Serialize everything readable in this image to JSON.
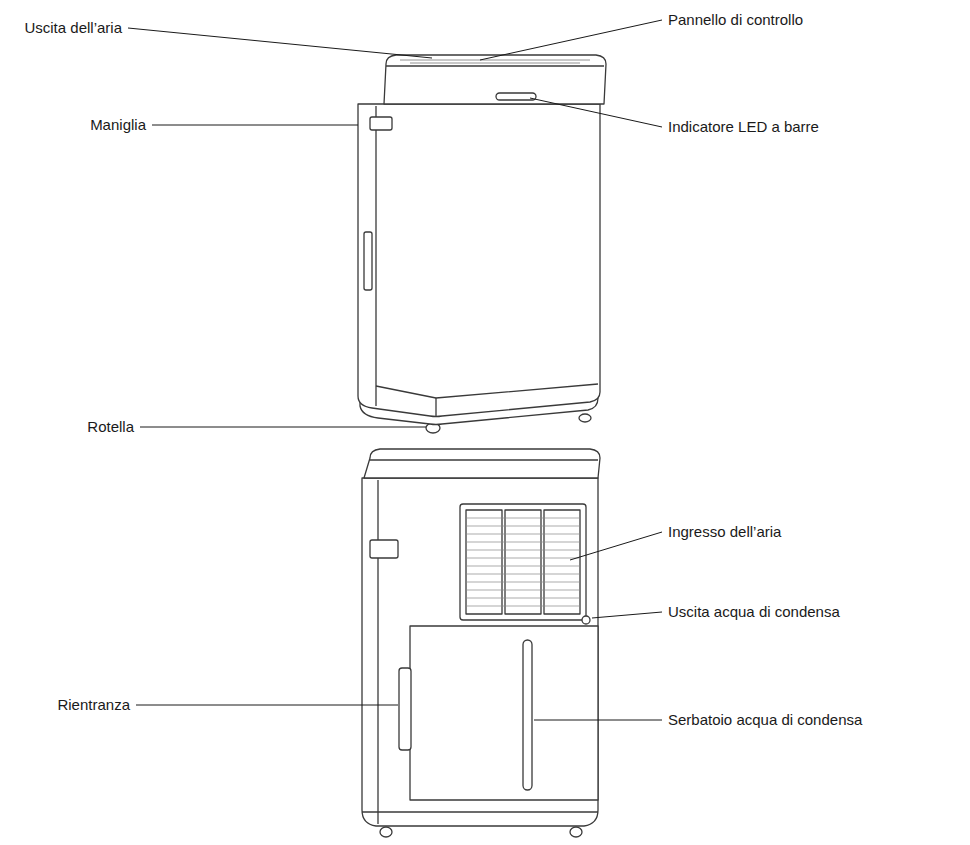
{
  "diagram": {
    "labels": [
      "Uscita dell’aria",
      "Pannello di controllo",
      "Maniglia",
      "Indicatore LED a barre",
      "Rotella",
      "Ingresso dell’aria",
      "Uscita acqua di condensa",
      "Rientranza",
      "Serbatoio acqua di condensa"
    ]
  }
}
